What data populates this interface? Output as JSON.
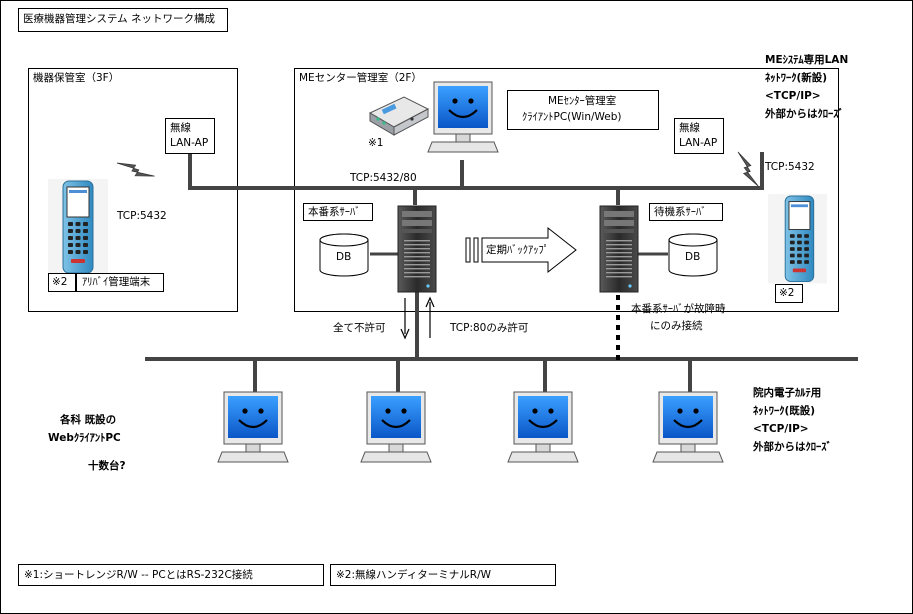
{
  "title": "医療機器管理システム ネットワーク構成",
  "rooms": {
    "storage": "機器保管室（3F）",
    "me_center": "MEセンター管理室（2F）"
  },
  "me_lan": {
    "line1": "MEｼｽﾃﾑ専用LAN",
    "line2": "ﾈｯﾄﾜｰｸ(新設)",
    "line3": "<TCP/IP>",
    "line4": "外部からはｸﾛｰｽﾞ"
  },
  "ehr_lan": {
    "line1": "院内電子ｶﾙﾃ用",
    "line2": "ﾈｯﾄﾜｰｸ(既設)",
    "line3": "<TCP/IP>",
    "line4": "外部からはｸﾛｰｽﾞ"
  },
  "ap_left": {
    "line1": "無線",
    "line2": "LAN-AP"
  },
  "ap_right": {
    "line1": "無線",
    "line2": "LAN-AP"
  },
  "client_pc": {
    "line1": "MEｾﾝﾀｰ管理室",
    "line2": "ｸﾗｲｱﾝﾄPC(Win/Web)"
  },
  "reader_mark": "※1",
  "terminal_left_mark": "※2",
  "terminal_left_label": "ｱﾘﾊﾞｲ管理端末",
  "terminal_right_mark": "※2",
  "tcp_left": "TCP:5432",
  "tcp_right": "TCP:5432",
  "tcp_center": "TCP:5432/80",
  "primary_server": "本番系ｻｰﾊﾞ",
  "standby_server": "待機系ｻｰﾊﾞ",
  "db_left": "DB",
  "db_right": "DB",
  "backup": "定期ﾊﾞｯｸｱｯﾌﾟ",
  "deny_all": "全て不許可",
  "allow_80": "TCP:80のみ許可",
  "failover": {
    "line1": "本番系ｻｰﾊﾞが故障時",
    "line2": "にのみ接続"
  },
  "web_clients": {
    "line1": "各科 既設の",
    "line2": "WebｸﾗｲｱﾝﾄPC"
  },
  "count": "十数台?",
  "note1": "※1:ショートレンジR/W -- PCとはRS-232C接続",
  "note2": "※2:無線ハンディターミナルR/W"
}
